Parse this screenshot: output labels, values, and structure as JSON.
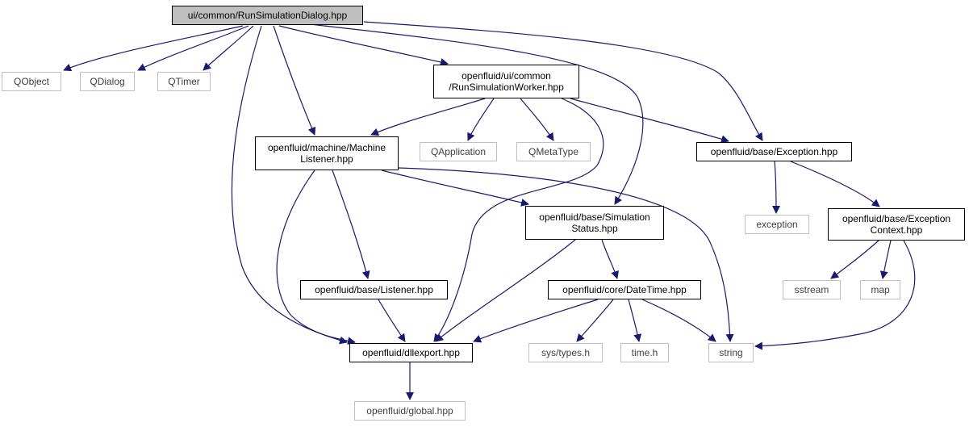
{
  "diagram": {
    "edge_color": "#191970",
    "nodes": [
      {
        "id": "root",
        "label": "ui/common/RunSimulationDialog.hpp",
        "style": "root"
      },
      {
        "id": "qobject",
        "label": "QObject",
        "style": "ext"
      },
      {
        "id": "qdialog",
        "label": "QDialog",
        "style": "ext"
      },
      {
        "id": "qtimer",
        "label": "QTimer",
        "style": "ext"
      },
      {
        "id": "worker",
        "label": "openfluid/ui/common\n/RunSimulationWorker.hpp",
        "style": "solid"
      },
      {
        "id": "machine",
        "label": "openfluid/machine/Machine\nListener.hpp",
        "style": "solid"
      },
      {
        "id": "qapp",
        "label": "QApplication",
        "style": "ext"
      },
      {
        "id": "qmeta",
        "label": "QMetaType",
        "style": "ext"
      },
      {
        "id": "exception_hpp",
        "label": "openfluid/base/Exception.hpp",
        "style": "solid"
      },
      {
        "id": "simstatus",
        "label": "openfluid/base/Simulation\nStatus.hpp",
        "style": "solid"
      },
      {
        "id": "exception",
        "label": "exception",
        "style": "ext"
      },
      {
        "id": "excontext",
        "label": "openfluid/base/Exception\nContext.hpp",
        "style": "solid"
      },
      {
        "id": "listener",
        "label": "openfluid/base/Listener.hpp",
        "style": "solid"
      },
      {
        "id": "datetime",
        "label": "openfluid/core/DateTime.hpp",
        "style": "solid"
      },
      {
        "id": "sstream",
        "label": "sstream",
        "style": "ext"
      },
      {
        "id": "map",
        "label": "map",
        "style": "ext"
      },
      {
        "id": "dllexport",
        "label": "openfluid/dllexport.hpp",
        "style": "solid"
      },
      {
        "id": "systypes",
        "label": "sys/types.h",
        "style": "ext"
      },
      {
        "id": "timeh",
        "label": "time.h",
        "style": "ext"
      },
      {
        "id": "string",
        "label": "string",
        "style": "ext"
      },
      {
        "id": "global",
        "label": "openfluid/global.hpp",
        "style": "ext"
      }
    ],
    "edges": [
      {
        "from": "root",
        "to": "qobject"
      },
      {
        "from": "root",
        "to": "qdialog"
      },
      {
        "from": "root",
        "to": "qtimer"
      },
      {
        "from": "root",
        "to": "worker"
      },
      {
        "from": "root",
        "to": "machine"
      },
      {
        "from": "root",
        "to": "dllexport"
      },
      {
        "from": "root",
        "to": "simstatus"
      },
      {
        "from": "root",
        "to": "exception_hpp"
      },
      {
        "from": "worker",
        "to": "machine"
      },
      {
        "from": "worker",
        "to": "qapp"
      },
      {
        "from": "worker",
        "to": "qmeta"
      },
      {
        "from": "worker",
        "to": "exception_hpp"
      },
      {
        "from": "worker",
        "to": "dllexport"
      },
      {
        "from": "machine",
        "to": "simstatus"
      },
      {
        "from": "machine",
        "to": "listener"
      },
      {
        "from": "machine",
        "to": "dllexport"
      },
      {
        "from": "machine",
        "to": "string"
      },
      {
        "from": "exception_hpp",
        "to": "exception"
      },
      {
        "from": "exception_hpp",
        "to": "excontext"
      },
      {
        "from": "simstatus",
        "to": "datetime"
      },
      {
        "from": "simstatus",
        "to": "dllexport"
      },
      {
        "from": "excontext",
        "to": "sstream"
      },
      {
        "from": "excontext",
        "to": "map"
      },
      {
        "from": "excontext",
        "to": "string"
      },
      {
        "from": "listener",
        "to": "dllexport"
      },
      {
        "from": "datetime",
        "to": "dllexport"
      },
      {
        "from": "datetime",
        "to": "systypes"
      },
      {
        "from": "datetime",
        "to": "timeh"
      },
      {
        "from": "datetime",
        "to": "string"
      },
      {
        "from": "dllexport",
        "to": "global"
      }
    ]
  }
}
